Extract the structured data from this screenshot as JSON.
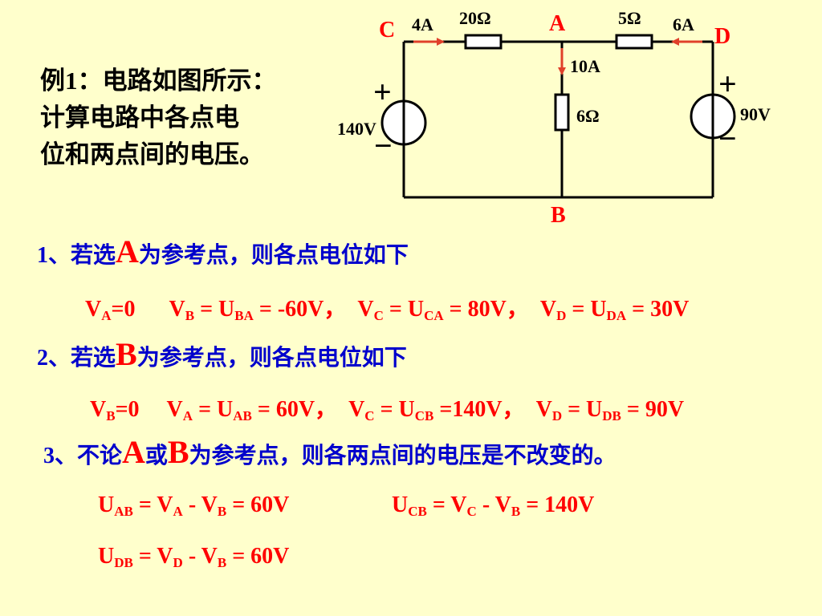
{
  "intro": {
    "line1": "例1：电路如图所示：",
    "line2": "计算电路中各点电",
    "line3": "位和两点间的电压。"
  },
  "circuit": {
    "node_c": "C",
    "node_a": "A",
    "node_d": "D",
    "node_b": "B",
    "current_left": "4A",
    "current_right": "6A",
    "current_mid": "10A",
    "resistor_top_left": "20Ω",
    "resistor_top_right": "5Ω",
    "resistor_mid": "6Ω",
    "source_left_voltage": "140V",
    "source_right_voltage": "90V",
    "plus": "+",
    "minus": "−"
  },
  "case1": {
    "heading_pre": "1、若选",
    "heading_node": "A",
    "heading_post": "为参考点，则各点电位如下",
    "va": {
      "v": "V",
      "s": "A",
      "rest": "=0"
    },
    "vb": {
      "v": "V",
      "s": "B",
      "eq": " = U",
      "s2": "BA",
      "rest": " = -60V，"
    },
    "vc": {
      "v": "V",
      "s": "C",
      "eq": " = U",
      "s2": "CA",
      "rest": " = 80V，"
    },
    "vd": {
      "v": "V",
      "s": "D",
      "eq": " = U",
      "s2": "DA",
      "rest": " = 30V"
    }
  },
  "case2": {
    "heading_pre": "2、若选",
    "heading_node": "B",
    "heading_post": "为参考点，则各点电位如下",
    "vb": {
      "v": "V",
      "s": "B",
      "rest": "=0"
    },
    "va": {
      "v": "V",
      "s": "A",
      "eq": " = U",
      "s2": "AB",
      "rest": " = 60V，"
    },
    "vc": {
      "v": "V",
      "s": "C",
      "eq": " = U",
      "s2": "CB",
      "rest": " =140V，"
    },
    "vd": {
      "v": "V",
      "s": "D",
      "eq": " = U",
      "s2": "DB",
      "rest": " = 90V"
    }
  },
  "case3": {
    "heading_pre": "3、不论",
    "node1": "A",
    "or": "或",
    "node2": "B",
    "heading_post": "为参考点，则各两点间的电压是不改变的。",
    "uab": {
      "u": "U",
      "s": "AB",
      "eq1": " = V",
      "s1": "A",
      "minus": " - V",
      "s2": "B",
      "rest": " = 60V"
    },
    "ucb": {
      "u": "U",
      "s": "CB",
      "eq1": " = V",
      "s1": "C",
      "minus": " - V",
      "s2": "B",
      "rest": " = 140V"
    },
    "udb": {
      "u": "U",
      "s": "DB",
      "eq1": " = V",
      "s1": "D",
      "minus": " - V",
      "s2": "B",
      "rest": " = 60V"
    }
  },
  "colors": {
    "background": "#ffffcc",
    "heading": "#0000cc",
    "formula": "#ff0000",
    "wire": "#000000",
    "arrow": "#e0402a"
  }
}
